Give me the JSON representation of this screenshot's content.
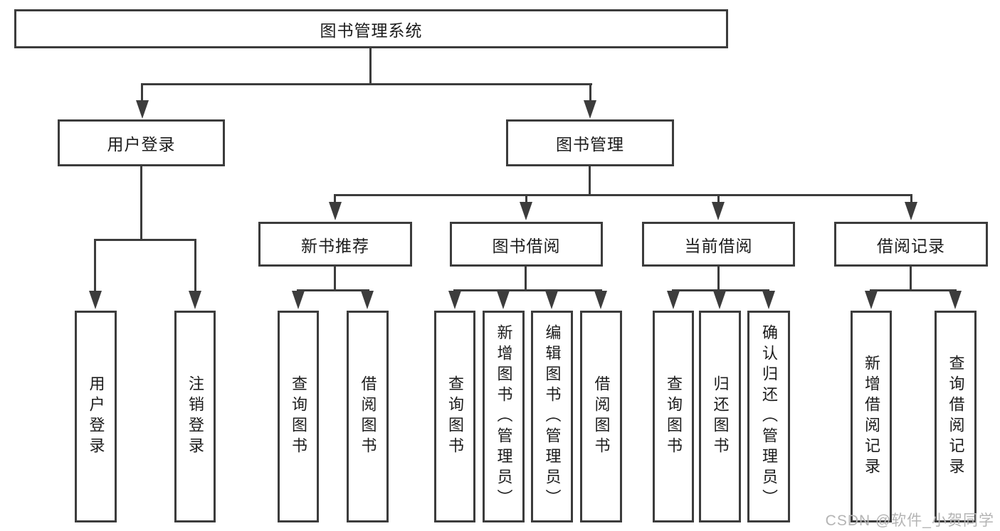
{
  "colors": {
    "line": "#3c3c3c",
    "text": "#1c1c1c",
    "watermark": "#b4b4b4",
    "background": "#ffffff"
  },
  "tree": {
    "root": {
      "label": "图书管理系统"
    },
    "user_login": {
      "label": "用户登录",
      "children": [
        {
          "label": "用户登录"
        },
        {
          "label": "注销登录"
        }
      ]
    },
    "book_mgmt": {
      "label": "图书管理",
      "sections": [
        {
          "label": "新书推荐",
          "children": [
            {
              "label": "查询图书"
            },
            {
              "label": "借阅图书"
            }
          ]
        },
        {
          "label": "图书借阅",
          "children": [
            {
              "label": "查询图书"
            },
            {
              "label": "新增图书（管理员）"
            },
            {
              "label": "编辑图书（管理员）"
            },
            {
              "label": "借阅图书"
            }
          ]
        },
        {
          "label": "当前借阅",
          "children": [
            {
              "label": "查询图书"
            },
            {
              "label": "归还图书"
            },
            {
              "label": "确认归还（管理员）"
            }
          ]
        },
        {
          "label": "借阅记录",
          "children": [
            {
              "label": "新增借阅记录"
            },
            {
              "label": "查询借阅记录"
            }
          ]
        }
      ]
    }
  },
  "watermark": {
    "text": "CSDN @软件_小贺同学"
  }
}
